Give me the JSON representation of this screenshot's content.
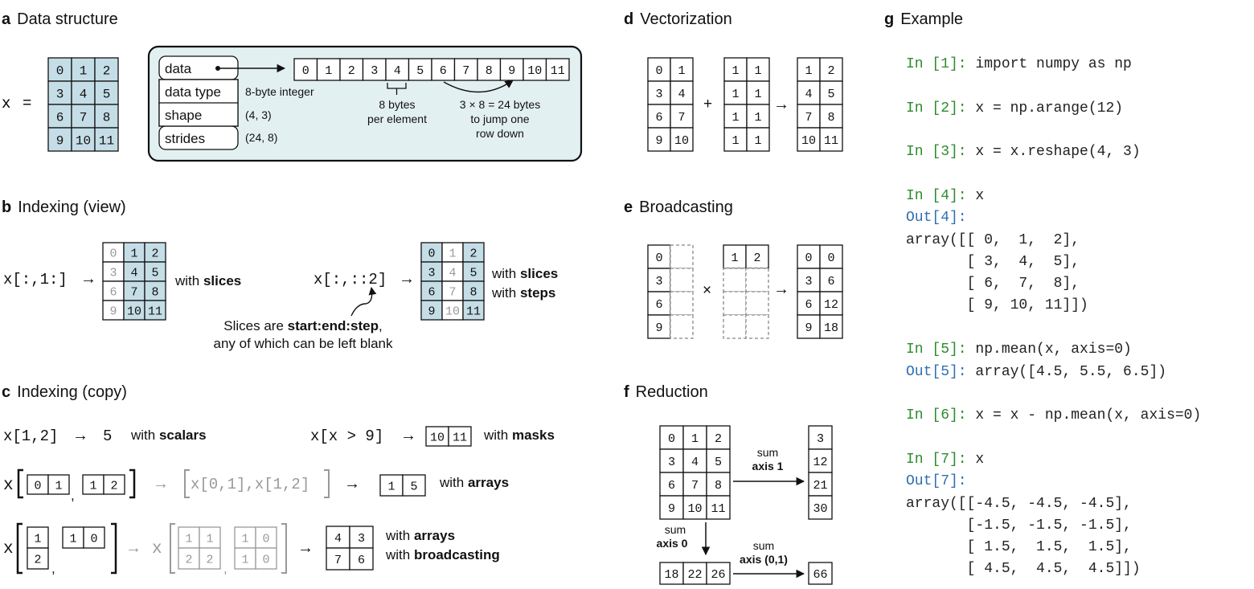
{
  "panels": {
    "a": {
      "letter": "a",
      "title": "Data structure"
    },
    "b": {
      "letter": "b",
      "title": "Indexing (view)"
    },
    "c": {
      "letter": "c",
      "title": "Indexing (copy)"
    },
    "d": {
      "letter": "d",
      "title": "Vectorization"
    },
    "e": {
      "letter": "e",
      "title": "Broadcasting"
    },
    "f": {
      "letter": "f",
      "title": "Reduction"
    },
    "g": {
      "letter": "g",
      "title": "Example"
    }
  },
  "a": {
    "x_label": "x",
    "equals": "=",
    "matrix": [
      [
        "0",
        "1",
        "2"
      ],
      [
        "3",
        "4",
        "5"
      ],
      [
        "6",
        "7",
        "8"
      ],
      [
        "9",
        "10",
        "11"
      ]
    ],
    "fields": [
      "data",
      "data type",
      "shape",
      "strides"
    ],
    "field_values": [
      "8-byte integer",
      "(4, 3)",
      "(24, 8)"
    ],
    "memory": [
      "0",
      "1",
      "2",
      "3",
      "4",
      "5",
      "6",
      "7",
      "8",
      "9",
      "10",
      "11"
    ],
    "bytes_note": [
      "8 bytes",
      "per element"
    ],
    "jump_note": [
      "3 × 8 = 24 bytes",
      "to jump one",
      "row down"
    ]
  },
  "b": {
    "expr1": "x[:,1:]",
    "arrow": "→",
    "note1_prefix": "with ",
    "note1_bold": "slices",
    "expr2": "x[:,::2]",
    "note2_lines": [
      {
        "prefix": "with ",
        "bold": "slices"
      },
      {
        "prefix": "with ",
        "bold": "steps"
      }
    ],
    "caption_prefix": "Slices are ",
    "caption_bold": "start:end:step",
    "caption_suffix": ",",
    "caption_line2": "any of which can be left blank"
  },
  "c": {
    "row1_expr": "x[1,2]",
    "row1_arrow": "→",
    "row1_result": "5",
    "row1_note_prefix": "with ",
    "row1_note_bold": "scalars",
    "mask_expr": "x[x > 9]",
    "mask_result": [
      "10",
      "11"
    ],
    "mask_note_prefix": "with ",
    "mask_note_bold": "masks",
    "x": "x",
    "row2_idx1": [
      "0",
      "1"
    ],
    "row2_idx2": [
      "1",
      "2"
    ],
    "row2_comma": ",",
    "row2_expanded": "x[0,1],x[1,2]",
    "row2_result": [
      "1",
      "5"
    ],
    "row2_note_prefix": "with ",
    "row2_note_bold": "arrays",
    "row3_idx1": [
      "1",
      "2"
    ],
    "row3_idx2": [
      "1",
      "0"
    ],
    "row3_exp1": [
      [
        "1",
        "1"
      ],
      [
        "2",
        "2"
      ]
    ],
    "row3_exp2": [
      [
        "1",
        "0"
      ],
      [
        "1",
        "0"
      ]
    ],
    "row3_result": [
      [
        "4",
        "3"
      ],
      [
        "7",
        "6"
      ]
    ],
    "row3_note_lines": [
      {
        "prefix": "with ",
        "bold": "arrays"
      },
      {
        "prefix": "with ",
        "bold": "broadcasting"
      }
    ]
  },
  "d": {
    "m1": [
      [
        "0",
        "1"
      ],
      [
        "3",
        "4"
      ],
      [
        "6",
        "7"
      ],
      [
        "9",
        "10"
      ]
    ],
    "op": "+",
    "m2": [
      [
        "1",
        "1"
      ],
      [
        "1",
        "1"
      ],
      [
        "1",
        "1"
      ],
      [
        "1",
        "1"
      ]
    ],
    "arrow": "→",
    "m3": [
      [
        "1",
        "2"
      ],
      [
        "4",
        "5"
      ],
      [
        "7",
        "8"
      ],
      [
        "10",
        "11"
      ]
    ]
  },
  "e": {
    "col": [
      "0",
      "3",
      "6",
      "9"
    ],
    "op": "×",
    "row": [
      "1",
      "2"
    ],
    "arrow": "→",
    "result": [
      [
        "0",
        "0"
      ],
      [
        "3",
        "6"
      ],
      [
        "6",
        "12"
      ],
      [
        "9",
        "18"
      ]
    ]
  },
  "f": {
    "matrix": [
      [
        "0",
        "1",
        "2"
      ],
      [
        "3",
        "4",
        "5"
      ],
      [
        "6",
        "7",
        "8"
      ],
      [
        "9",
        "10",
        "11"
      ]
    ],
    "sum_axis1": [
      "sum",
      "axis 1"
    ],
    "axis1_result": [
      "3",
      "12",
      "21",
      "30"
    ],
    "sum_axis0": [
      "sum",
      "axis 0"
    ],
    "axis0_result": [
      "18",
      "22",
      "26"
    ],
    "sum_axis01": [
      "sum",
      "axis (0,1)"
    ],
    "axis01_result": "66"
  },
  "g": {
    "lines": [
      {
        "prompt": "In [1]:",
        "kind": "in",
        "text": " import numpy as np"
      },
      {
        "prompt": "In [2]:",
        "kind": "in",
        "text": " x = np.arange(12)"
      },
      {
        "prompt": "In [3]:",
        "kind": "in",
        "text": " x = x.reshape(4, 3)"
      },
      {
        "prompt": "In [4]:",
        "kind": "in",
        "text": " x"
      },
      {
        "prompt": "Out[4]:",
        "kind": "out",
        "text": ""
      },
      {
        "prompt": "",
        "kind": "plain",
        "text": "array([[ 0,  1,  2],"
      },
      {
        "prompt": "",
        "kind": "plain",
        "text": "       [ 3,  4,  5],"
      },
      {
        "prompt": "",
        "kind": "plain",
        "text": "       [ 6,  7,  8],"
      },
      {
        "prompt": "",
        "kind": "plain",
        "text": "       [ 9, 10, 11]])"
      },
      {
        "prompt": "In [5]:",
        "kind": "in",
        "text": " np.mean(x, axis=0)"
      },
      {
        "prompt": "Out[5]:",
        "kind": "out",
        "text": " array([4.5, 5.5, 6.5])"
      },
      {
        "prompt": "In [6]:",
        "kind": "in",
        "text": " x = x - np.mean(x, axis=0)"
      },
      {
        "prompt": "In [7]:",
        "kind": "in",
        "text": " x"
      },
      {
        "prompt": "Out[7]:",
        "kind": "out",
        "text": ""
      },
      {
        "prompt": "",
        "kind": "plain",
        "text": "array([[-4.5, -4.5, -4.5],"
      },
      {
        "prompt": "",
        "kind": "plain",
        "text": "       [-1.5, -1.5, -1.5],"
      },
      {
        "prompt": "",
        "kind": "plain",
        "text": "       [ 1.5,  1.5,  1.5],"
      },
      {
        "prompt": "",
        "kind": "plain",
        "text": "       [ 4.5,  4.5,  4.5]])"
      }
    ]
  },
  "colors": {
    "highlight": "#c5dde6",
    "box_bg": "#e3f0f2",
    "gray": "#999999",
    "code_in": "#2e8b2e",
    "code_out": "#2f6fb0"
  }
}
